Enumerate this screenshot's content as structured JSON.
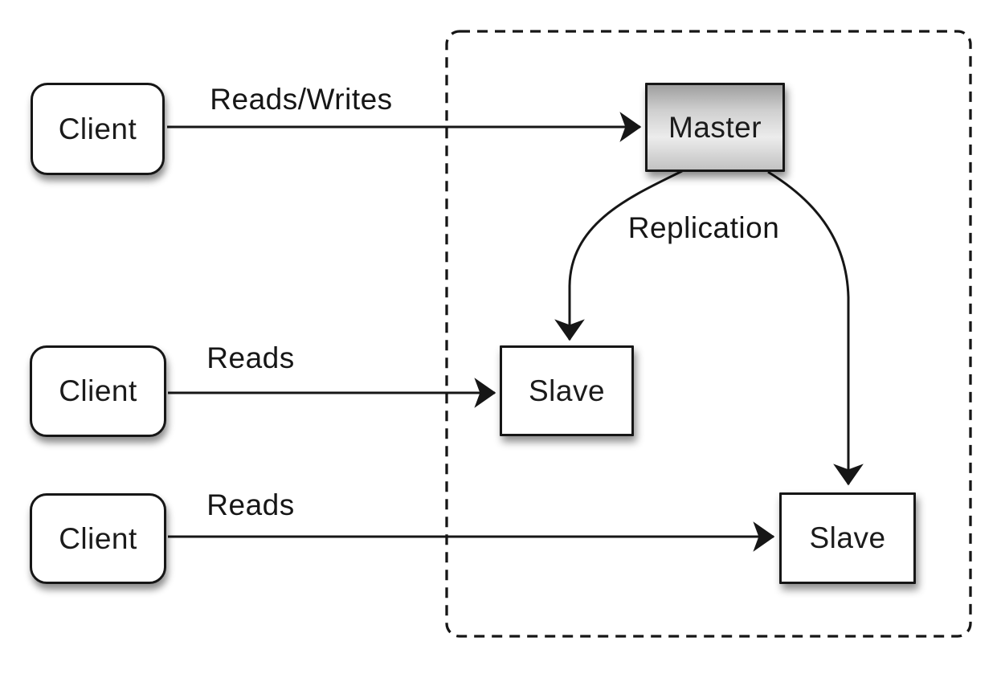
{
  "nodes": {
    "client1": {
      "label": "Client"
    },
    "client2": {
      "label": "Client"
    },
    "client3": {
      "label": "Client"
    },
    "master": {
      "label": "Master"
    },
    "slave1": {
      "label": "Slave"
    },
    "slave2": {
      "label": "Slave"
    }
  },
  "edges": {
    "reads_writes": {
      "label": "Reads/Writes"
    },
    "reads_mid": {
      "label": "Reads"
    },
    "reads_bottom": {
      "label": "Reads"
    },
    "replication": {
      "label": "Replication"
    }
  },
  "colors": {
    "background": "#ffffff",
    "stroke": "#161616",
    "text": "#1b1b1b",
    "node_fill": "#ffffff",
    "master_gradient_top": "#9f9f9f",
    "master_gradient_mid": "#ececec",
    "master_gradient_bottom": "#c2c2c2"
  }
}
